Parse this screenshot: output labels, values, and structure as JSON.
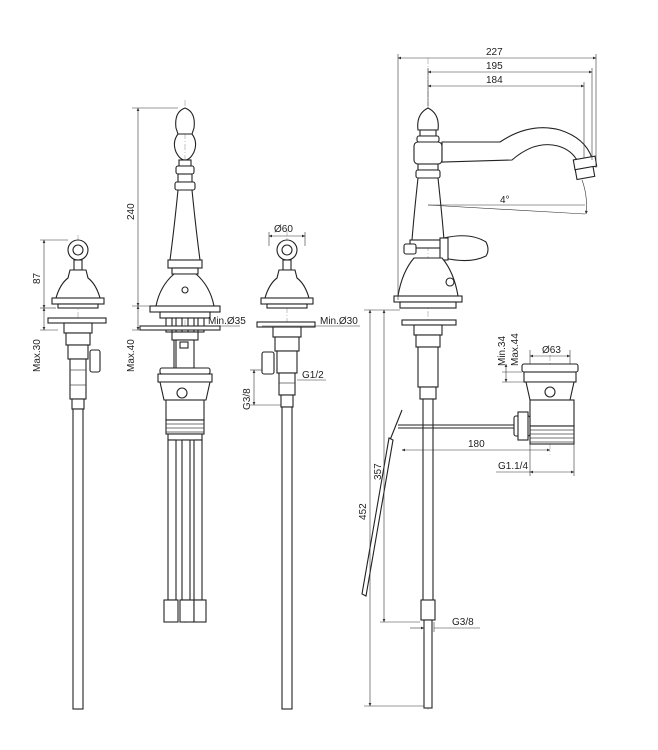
{
  "dimensions": {
    "d_227": "227",
    "d_195": "195",
    "d_184": "184",
    "d_4deg": "4°",
    "d_87": "87",
    "d_max30": "Max.30",
    "d_240": "240",
    "d_max40": "Max.40",
    "d_min35": "Min.Ø35",
    "d_dia60": "Ø60",
    "d_min30": "Min.Ø30",
    "d_g12": "G1/2",
    "d_g38_left": "G3/8",
    "d_min34": "Min.34",
    "d_max44": "Max.44",
    "d_dia63": "Ø63",
    "d_180": "180",
    "d_g114": "G1.1/4",
    "d_357": "357",
    "d_452": "452",
    "d_g38_bottom": "G3/8"
  },
  "colors": {
    "line": "#222222",
    "background": "#ffffff"
  }
}
